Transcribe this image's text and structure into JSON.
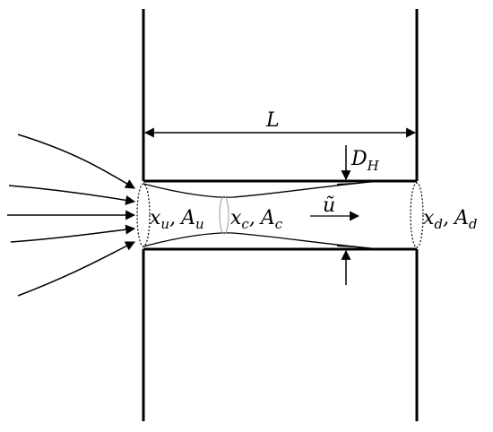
{
  "labels": {
    "length": "L",
    "hydraulic_base": "D",
    "hydraulic_sub": "H",
    "upstream_x": "x",
    "upstream_x_sub": "u",
    "upstream_a": "A",
    "upstream_a_sub": "u",
    "contraction_x": "x",
    "contraction_x_sub": "c",
    "contraction_a": "A",
    "contraction_a_sub": "c",
    "velocity": "ũ",
    "downstream_x": "x",
    "downstream_x_sub": "d",
    "downstream_a": "A",
    "downstream_a_sub": "d",
    "separator": ","
  }
}
